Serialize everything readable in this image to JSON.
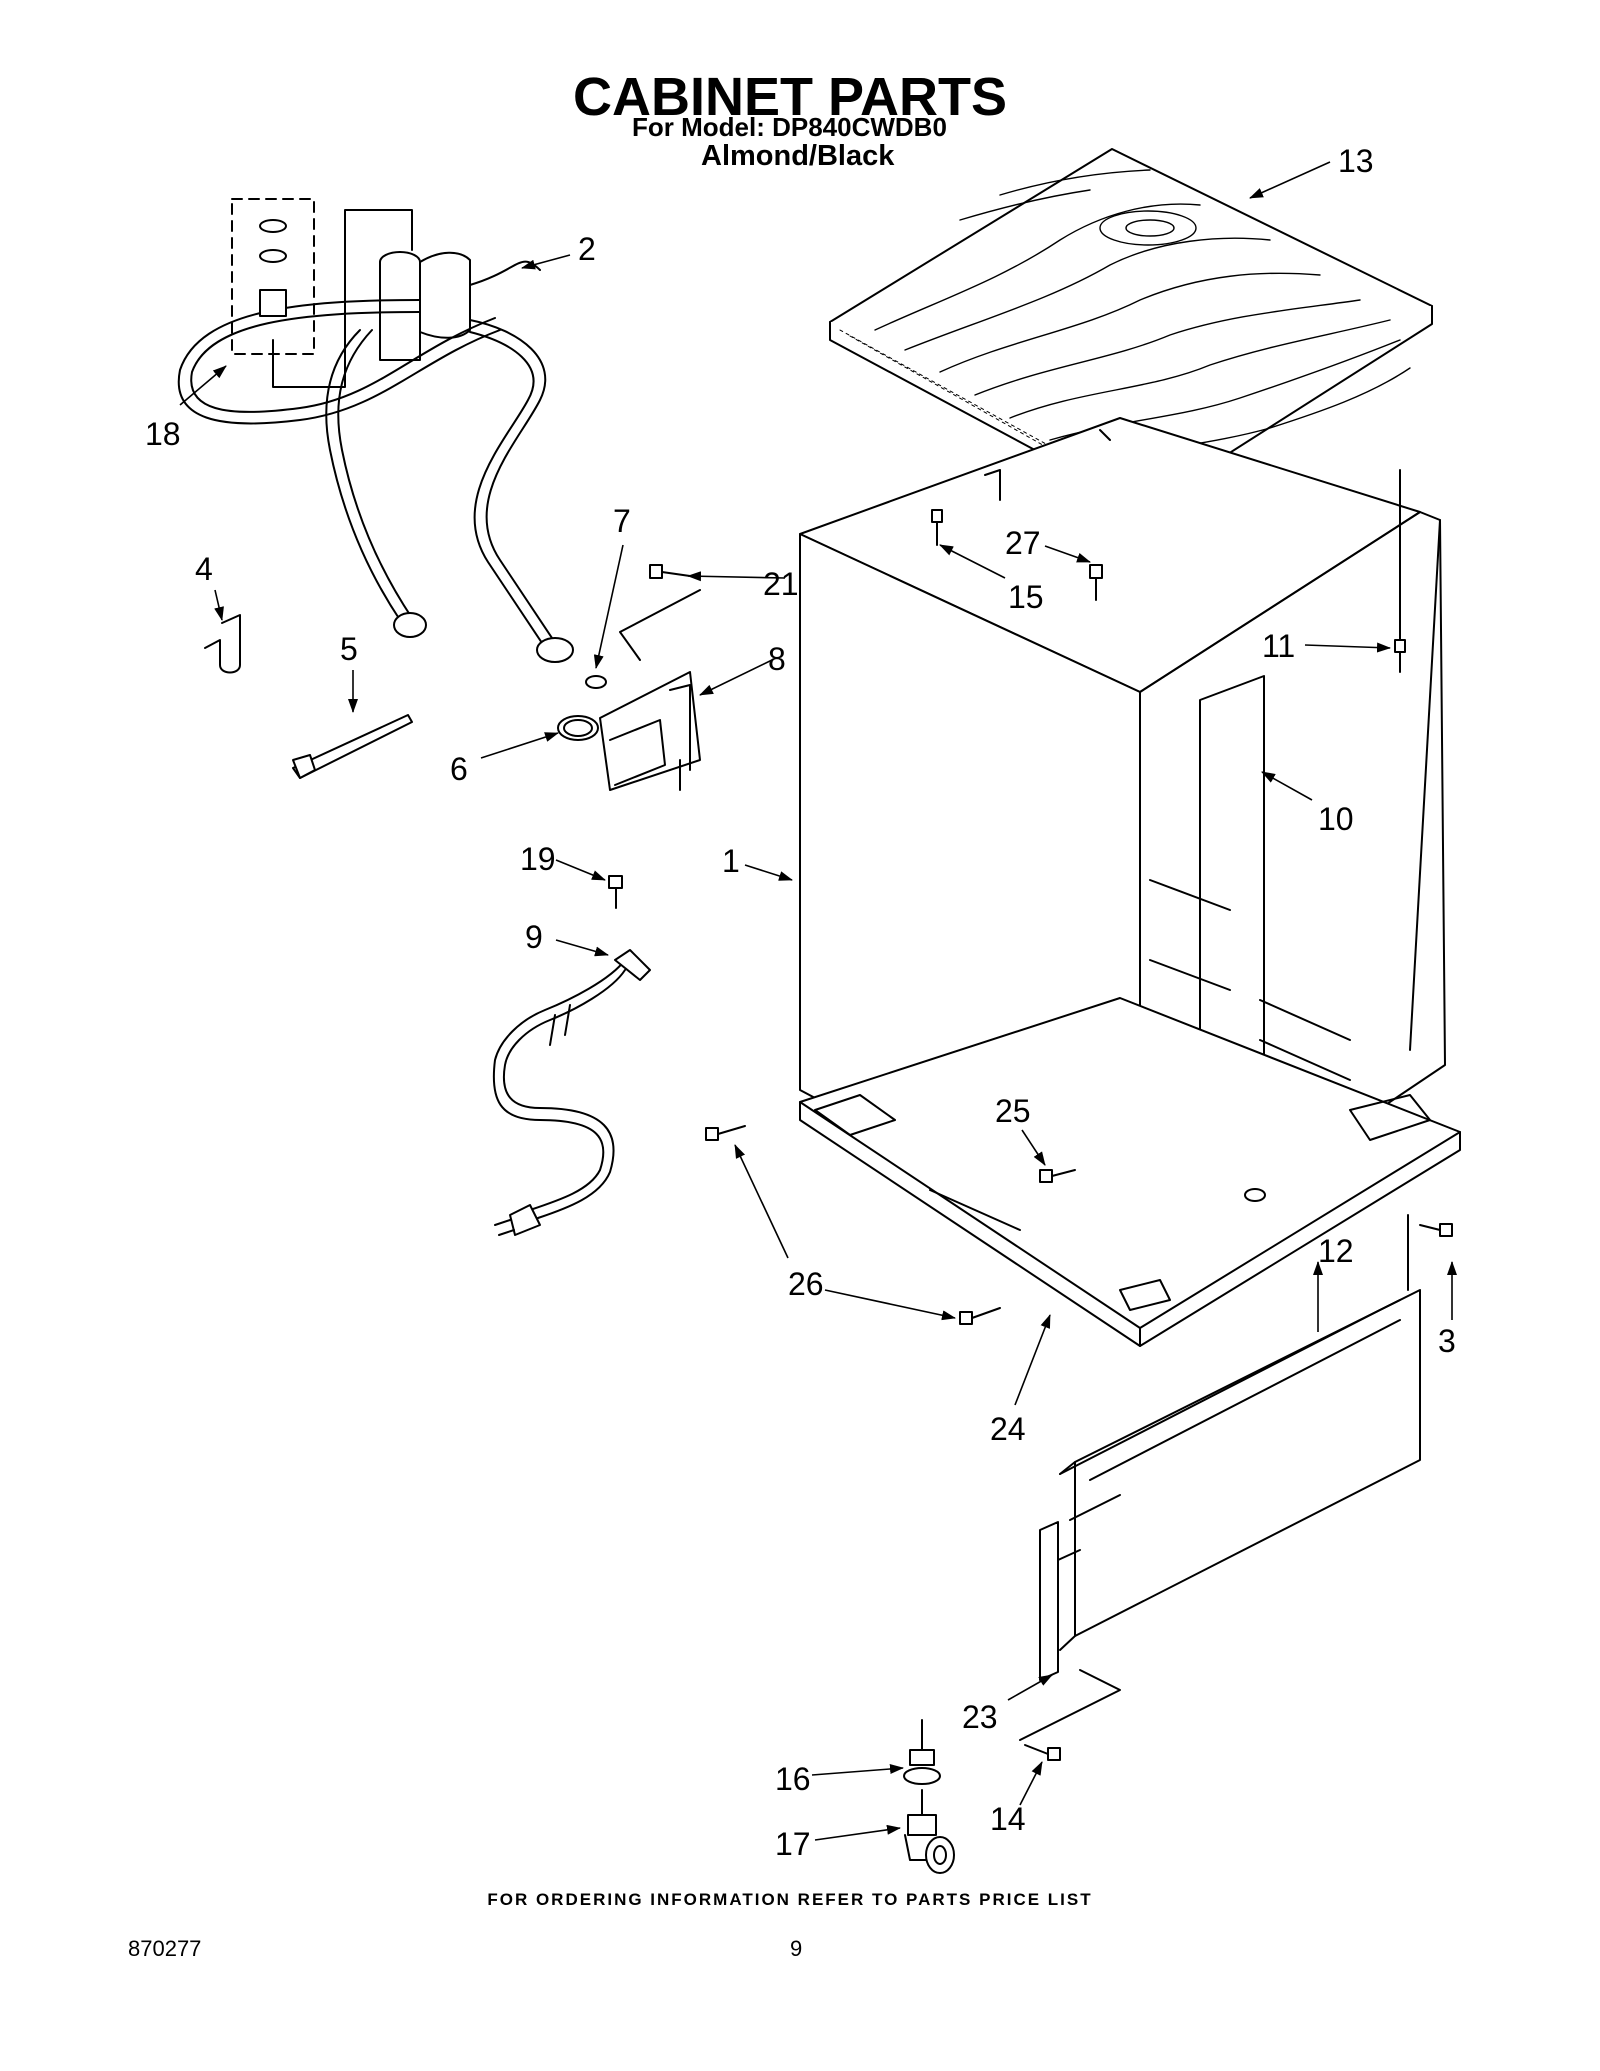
{
  "header": {
    "title": "CABINET PARTS",
    "model_line": "For Model: DP840CWDB0",
    "color_line": "Almond/Black"
  },
  "callouts": [
    "1",
    "2",
    "3",
    "4",
    "5",
    "6",
    "7",
    "8",
    "9",
    "10",
    "11",
    "12",
    "13",
    "14",
    "15",
    "16",
    "17",
    "18",
    "19",
    "21",
    "23",
    "24",
    "25",
    "26",
    "27"
  ],
  "footer": {
    "note": "FOR ORDERING INFORMATION REFER TO PARTS PRICE LIST",
    "doc_number": "870277",
    "page_number": "9"
  }
}
